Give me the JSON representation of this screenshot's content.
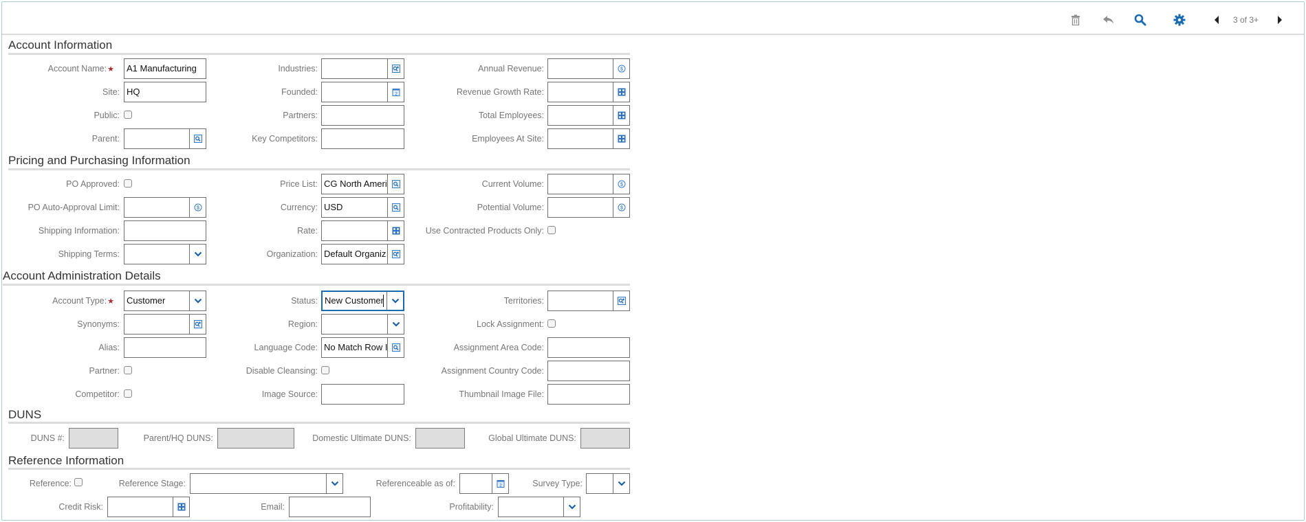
{
  "toolbar": {
    "icons": [
      "trash-icon",
      "undo-icon",
      "search-icon",
      "gear-icon",
      "prev-record-icon",
      "next-record-icon"
    ],
    "pager_text": "3 of 3+"
  },
  "colors": {
    "accent": "#1b6bb1",
    "required": "#b6282c",
    "label": "#767676",
    "readonly_bg": "#dedede",
    "frame_border": "#a9c9e4"
  },
  "sections": {
    "account_info": {
      "title": "Account Information",
      "account_name": {
        "label": "Account Name:",
        "value": "A1 Manufacturing",
        "required": true
      },
      "site": {
        "label": "Site:",
        "value": "HQ"
      },
      "public": {
        "label": "Public:",
        "checked": false
      },
      "parent": {
        "label": "Parent:",
        "value": "",
        "icon": "pick-icon"
      },
      "industries": {
        "label": "Industries:",
        "value": "",
        "icon": "mvg-icon"
      },
      "founded": {
        "label": "Founded:",
        "value": "",
        "icon": "calendar-icon"
      },
      "partners": {
        "label": "Partners:",
        "value": ""
      },
      "key_competitors": {
        "label": "Key Competitors:",
        "value": ""
      },
      "annual_revenue": {
        "label": "Annual Revenue:",
        "value": "",
        "icon": "currency-icon"
      },
      "revenue_growth_rate": {
        "label": "Revenue Growth Rate:",
        "value": "",
        "icon": "calculator-icon"
      },
      "total_employees": {
        "label": "Total Employees:",
        "value": "",
        "icon": "calculator-icon"
      },
      "employees_at_site": {
        "label": "Employees At Site:",
        "value": "",
        "icon": "calculator-icon"
      }
    },
    "pricing": {
      "title": "Pricing and Purchasing Information",
      "po_approved": {
        "label": "PO Approved:",
        "checked": false
      },
      "po_auto_approval_limit": {
        "label": "PO Auto-Approval Limit:",
        "value": "",
        "icon": "currency-icon"
      },
      "shipping_information": {
        "label": "Shipping Information:",
        "value": ""
      },
      "shipping_terms": {
        "label": "Shipping Terms:",
        "value": "",
        "icon": "chevron-down-icon"
      },
      "price_list": {
        "label": "Price List:",
        "value": "CG North Ameri",
        "icon": "pick-icon"
      },
      "currency": {
        "label": "Currency:",
        "value": "USD",
        "icon": "pick-icon"
      },
      "rate": {
        "label": "Rate:",
        "value": "",
        "icon": "calculator-icon"
      },
      "organization": {
        "label": "Organization:",
        "value": "Default Organiz",
        "icon": "mvg-icon"
      },
      "current_volume": {
        "label": "Current Volume:",
        "value": "",
        "icon": "currency-icon"
      },
      "potential_volume": {
        "label": "Potential Volume:",
        "value": "",
        "icon": "currency-icon"
      },
      "use_contracted": {
        "label": "Use Contracted Products Only:",
        "checked": false
      }
    },
    "admin": {
      "title": "Account Administration Details",
      "account_type": {
        "label": "Account Type:",
        "value": "Customer",
        "required": true,
        "icon": "chevron-down-icon"
      },
      "synonyms": {
        "label": "Synonyms:",
        "value": "",
        "icon": "mvg-icon"
      },
      "alias": {
        "label": "Alias:",
        "value": ""
      },
      "partner": {
        "label": "Partner:",
        "checked": false
      },
      "competitor": {
        "label": "Competitor:",
        "checked": false
      },
      "status": {
        "label": "Status:",
        "value": "New Customer",
        "icon": "chevron-down-icon",
        "focused": true
      },
      "region": {
        "label": "Region:",
        "value": "",
        "icon": "chevron-down-icon"
      },
      "language_code": {
        "label": "Language Code:",
        "value": "No Match Row I",
        "icon": "pick-icon"
      },
      "disable_cleansing": {
        "label": "Disable Cleansing:",
        "checked": false
      },
      "image_source": {
        "label": "Image Source:",
        "value": ""
      },
      "territories": {
        "label": "Territories:",
        "value": "",
        "icon": "mvg-icon"
      },
      "lock_assignment": {
        "label": "Lock Assignment:",
        "checked": false
      },
      "assignment_area_code": {
        "label": "Assignment Area Code:",
        "value": ""
      },
      "assignment_country_code": {
        "label": "Assignment Country Code:",
        "value": ""
      },
      "thumbnail_image_file": {
        "label": "Thumbnail Image File:",
        "value": ""
      }
    },
    "duns": {
      "title": "DUNS",
      "duns_number": {
        "label": "DUNS #:",
        "value": ""
      },
      "parent_hq_duns": {
        "label": "Parent/HQ DUNS:",
        "value": ""
      },
      "domestic_ultimate_duns": {
        "label": "Domestic Ultimate DUNS:",
        "value": ""
      },
      "global_ultimate_duns": {
        "label": "Global Ultimate DUNS:",
        "value": ""
      }
    },
    "reference": {
      "title": "Reference Information",
      "reference": {
        "label": "Reference:",
        "checked": false
      },
      "reference_stage": {
        "label": "Reference Stage:",
        "value": "",
        "icon": "chevron-down-icon"
      },
      "referenceable_as_of": {
        "label": "Referenceable as of:",
        "value": "",
        "icon": "calendar-icon"
      },
      "survey_type": {
        "label": "Survey Type:",
        "value": "",
        "icon": "chevron-down-icon"
      },
      "credit_risk": {
        "label": "Credit Risk:",
        "value": "",
        "icon": "calculator-icon"
      },
      "email": {
        "label": "Email:",
        "value": ""
      },
      "profitability": {
        "label": "Profitability:",
        "value": "",
        "icon": "chevron-down-icon"
      }
    }
  }
}
